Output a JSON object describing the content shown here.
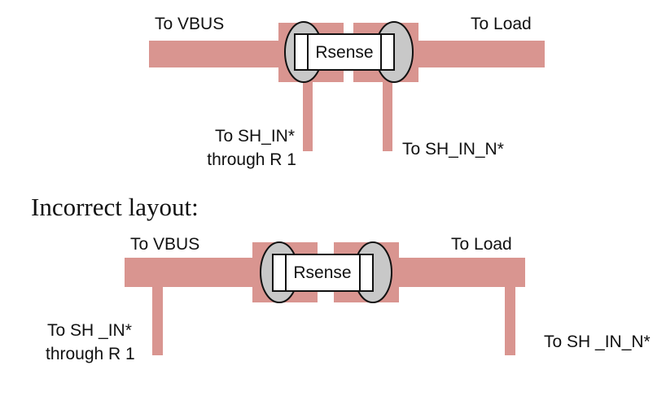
{
  "colors": {
    "trace": "#d99590",
    "cap": "#c8c8c8",
    "body": "#ffffff",
    "outline": "#111111"
  },
  "top_diagram": {
    "vbus_label": "To VBUS",
    "load_label": "To Load",
    "resistor_label": "Rsense",
    "sh_in_line1": "To SH_IN*",
    "sh_in_line2": "through R 1",
    "sh_in_n_label": "To SH_IN_N*"
  },
  "heading": "Incorrect layout:",
  "bottom_diagram": {
    "vbus_label": "To VBUS",
    "load_label": "To Load",
    "resistor_label": "Rsense",
    "sh_in_line1": "To SH _IN*",
    "sh_in_line2": "through R 1",
    "sh_in_n_label": "To SH _IN_N*"
  }
}
